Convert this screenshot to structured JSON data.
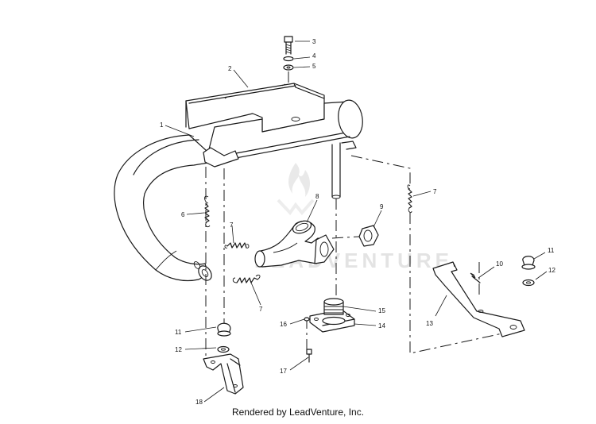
{
  "diagram": {
    "callouts": [
      {
        "id": "c3",
        "text": "3"
      },
      {
        "id": "c4",
        "text": "4"
      },
      {
        "id": "c5",
        "text": "5"
      },
      {
        "id": "c2",
        "text": "2"
      },
      {
        "id": "c1",
        "text": "1"
      },
      {
        "id": "c7a",
        "text": "7"
      },
      {
        "id": "c8",
        "text": "8"
      },
      {
        "id": "c9",
        "text": "9"
      },
      {
        "id": "c6",
        "text": "6"
      },
      {
        "id": "c7b",
        "text": "7"
      },
      {
        "id": "c7c",
        "text": "7"
      },
      {
        "id": "c11a",
        "text": "11"
      },
      {
        "id": "c12a",
        "text": "12"
      },
      {
        "id": "c10",
        "text": "10"
      },
      {
        "id": "c11b",
        "text": "11"
      },
      {
        "id": "c12b",
        "text": "12"
      },
      {
        "id": "c13",
        "text": "13"
      },
      {
        "id": "c15",
        "text": "15"
      },
      {
        "id": "c14",
        "text": "14"
      },
      {
        "id": "c16",
        "text": "16"
      },
      {
        "id": "c17",
        "text": "17"
      },
      {
        "id": "c18",
        "text": "18"
      }
    ]
  },
  "watermark": {
    "text": "LEADVENTURE",
    "logo": "flame-logo-icon"
  },
  "footer": {
    "text": "Rendered by LeadVenture, Inc."
  }
}
